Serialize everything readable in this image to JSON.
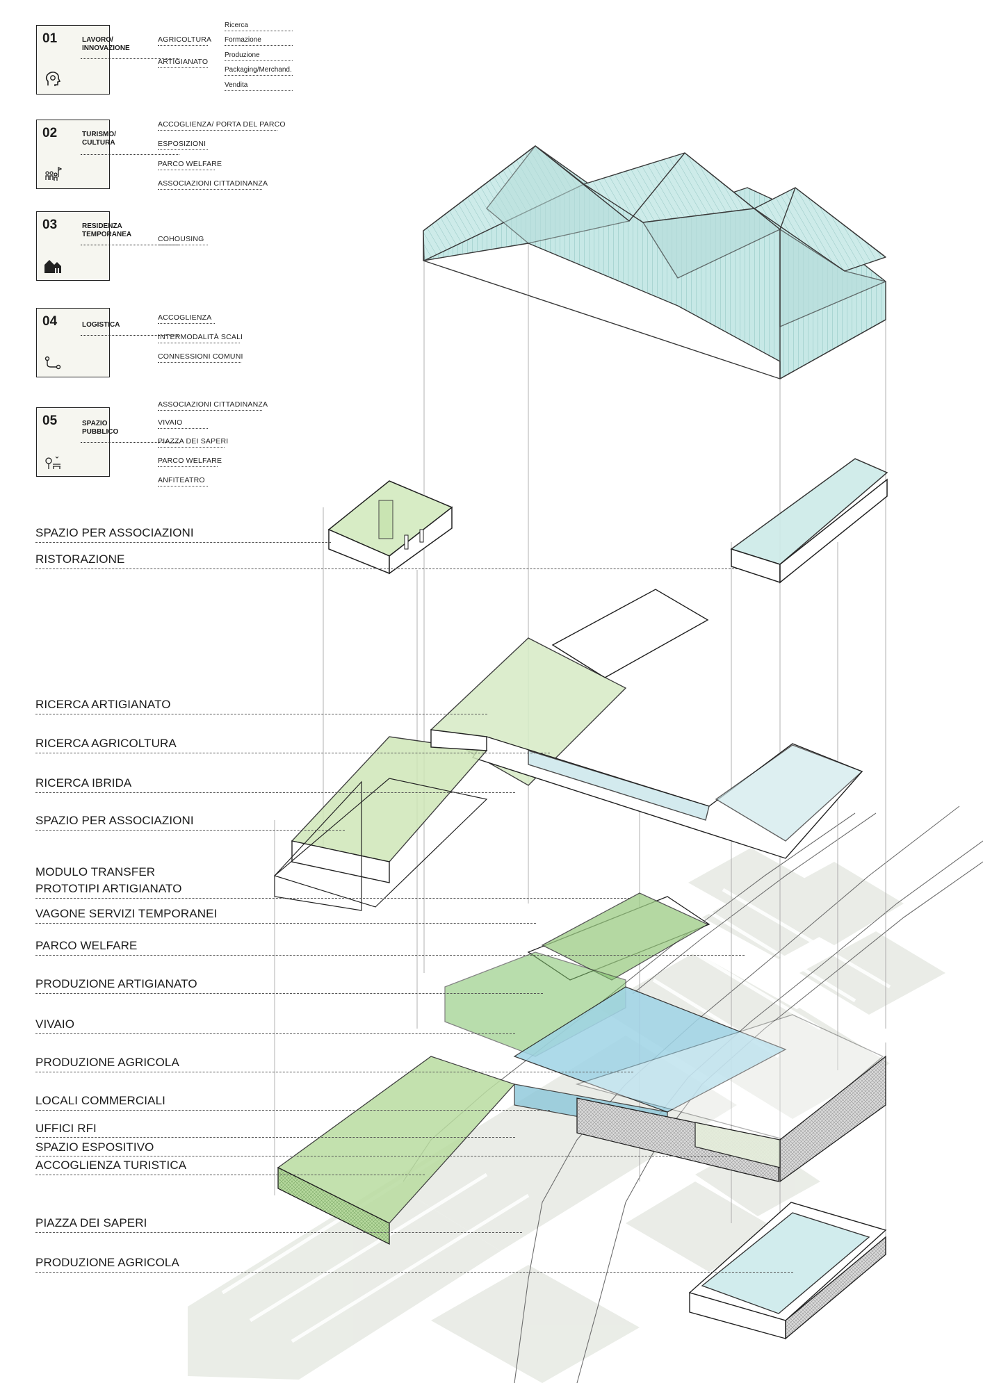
{
  "legend": {
    "categories": [
      {
        "num": "01",
        "name": [
          "LAVORO/",
          "INNOVAZIONE"
        ],
        "icon": "head-gear-icon",
        "items": [
          "AGRICOLTURA",
          "ARTIGIANATO"
        ],
        "subitems": [
          "Ricerca",
          "Formazione",
          "Produzione",
          "Packaging/Merchand.",
          "Vendita"
        ]
      },
      {
        "num": "02",
        "name": [
          "TURISMO/",
          "CULTURA"
        ],
        "icon": "people-flag-icon",
        "items": [
          "ACCOGLIENZA/ PORTA DEL PARCO",
          "ESPOSIZIONI",
          "PARCO WELFARE",
          "ASSOCIAZIONI CITTADINANZA"
        ]
      },
      {
        "num": "03",
        "name": [
          "RESIDENZA",
          "TEMPORANEA"
        ],
        "icon": "houses-icon",
        "items": [
          "COHOUSING"
        ]
      },
      {
        "num": "04",
        "name": [
          "LOGISTICA"
        ],
        "icon": "route-icon",
        "items": [
          "ACCOGLIENZA",
          "INTERMODALITÀ SCALI",
          "CONNESSIONI COMUNI"
        ]
      },
      {
        "num": "05",
        "name": [
          "SPAZIO",
          "PUBBLICO"
        ],
        "icon": "park-bench-icon",
        "items": [
          "ASSOCIAZIONI CITTADINANZA",
          "VIVAIO",
          "PIAZZA DEI SAPERI",
          "PARCO WELFARE",
          "ANFITEATRO"
        ]
      }
    ]
  },
  "labels": [
    "SPAZIO PER ASSOCIAZIONI",
    "RISTORAZIONE",
    "RICERCA ARTIGIANATO",
    "RICERCA AGRICOLTURA",
    "RICERCA IBRIDA",
    "SPAZIO PER ASSOCIAZIONI",
    "MODULO TRANSFER",
    "PROTOTIPI ARTIGIANATO",
    "VAGONE SERVIZI TEMPORANEI",
    "PARCO WELFARE",
    "PRODUZIONE ARTIGIANATO",
    "VIVAIO",
    "PRODUZIONE AGRICOLA",
    "LOCALI COMMERCIALI",
    "UFFICI RFI",
    "SPAZIO ESPOSITIVO",
    "ACCOGLIENZA TURISTICA",
    "PIAZZA DEI SAPERI",
    "PRODUZIONE AGRICOLA"
  ],
  "colors": {
    "roof": "#c6e8e6",
    "green": "#b9dca0",
    "green_dark": "#9ccc84",
    "blue": "#9fd4e6",
    "ground": "#e9ece6",
    "ink": "#222222"
  }
}
